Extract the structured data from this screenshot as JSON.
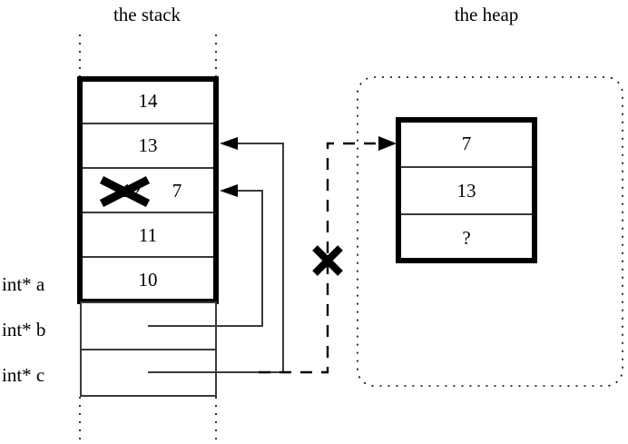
{
  "diagram": {
    "title_stack": "the stack",
    "title_heap": "the heap",
    "stack": {
      "bold_cells": [
        {
          "value": "14"
        },
        {
          "value": "13"
        },
        {
          "value": "12",
          "struck": true,
          "new_value": "7"
        },
        {
          "value": "11"
        },
        {
          "value": "10"
        }
      ],
      "var_labels": [
        "int* a",
        "int* b",
        "int* c"
      ],
      "thin_cells": [
        {
          "value": ""
        },
        {
          "value": ""
        }
      ]
    },
    "heap": {
      "cells": [
        {
          "value": "7"
        },
        {
          "value": "13"
        },
        {
          "value": "?"
        }
      ]
    },
    "marks": {
      "strike_cell": "X",
      "dead_pointer": "X"
    },
    "colors": {
      "ink": "#000000",
      "thin_line": "#3a3a3a",
      "background": "#ffffff"
    }
  }
}
